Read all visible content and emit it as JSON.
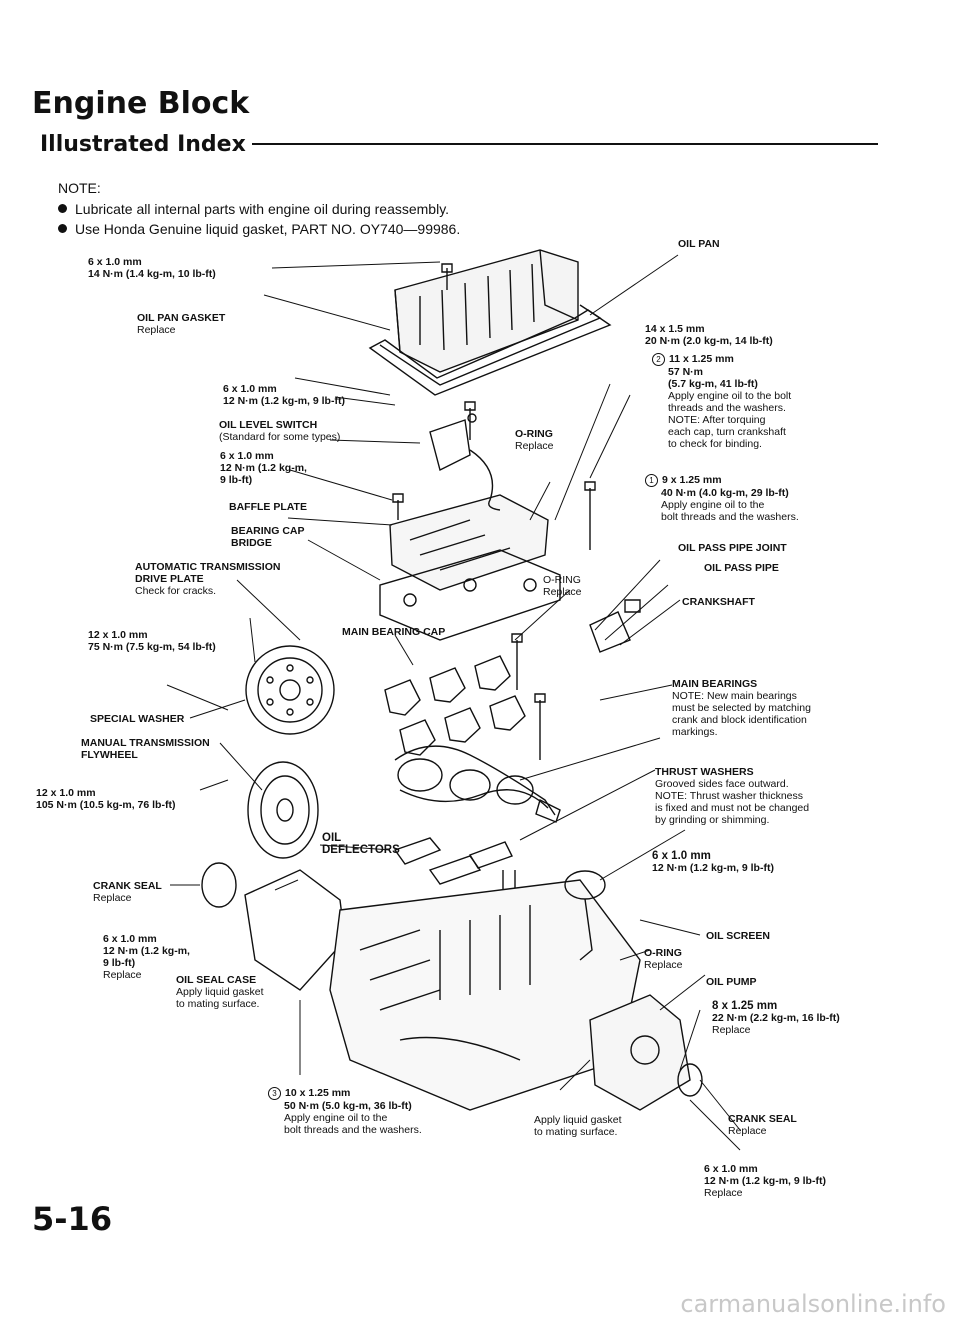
{
  "header": {
    "title": "Engine Block",
    "subtitle": "Illustrated Index"
  },
  "note": {
    "heading": "NOTE:",
    "lines": [
      "Lubricate all internal parts with engine oil during reassembly.",
      "Use Honda Genuine liquid gasket, PART NO. OY740—99986."
    ]
  },
  "labels": {
    "oil_pan": "OIL PAN",
    "bolt_top_size": "6 x 1.0 mm",
    "bolt_top_torque": "14 N·m (1.4 kg-m, 10 lb-ft)",
    "oil_pan_gasket": "OIL PAN GASKET",
    "oil_pan_gasket_note": "Replace",
    "pan_bolt_size": "14 x 1.5 mm",
    "pan_bolt_torque": "20 N·m (2.0 kg-m, 14 lb-ft)",
    "bolt2_num": "2",
    "bolt2_size": "11 x 1.25 mm",
    "bolt2_torque1": "57 N·m",
    "bolt2_torque2": "(5.7 kg-m, 41 lb-ft)",
    "bolt2_note1": "Apply engine oil to the bolt",
    "bolt2_note2": "threads and the washers.",
    "bolt2_note3": "NOTE: After torquing",
    "bolt2_note4": "each cap, turn crankshaft",
    "bolt2_note5": "to check for binding.",
    "bolt1_num": "1",
    "bolt1_size": "9 x 1.25 mm",
    "bolt1_torque": "40 N·m (4.0 kg-m, 29 lb-ft)",
    "bolt1_note1": "Apply engine oil to the",
    "bolt1_note2": "bolt threads and the washers.",
    "switch_bolt_size": "6 x 1.0 mm",
    "switch_bolt_torque": "12 N·m (1.2 kg-m, 9 lb-ft)",
    "oil_level_switch": "OIL LEVEL SWITCH",
    "oil_level_switch_note": "(Standard for some types)",
    "oring1": "O-RING",
    "oring1_note": "Replace",
    "baffle_bolt_size": "6 x 1.0 mm",
    "baffle_bolt_torque1": "12 N·m (1.2 kg-m,",
    "baffle_bolt_torque2": "9 lb-ft)",
    "baffle_plate": "BAFFLE PLATE",
    "bearing_cap_bridge1": "BEARING CAP",
    "bearing_cap_bridge2": "BRIDGE",
    "oil_pass_pipe_joint": "OIL PASS PIPE JOINT",
    "oil_pass_pipe": "OIL PASS PIPE",
    "auto_drive_plate1": "AUTOMATIC TRANSMISSION",
    "auto_drive_plate2": "DRIVE PLATE",
    "auto_drive_plate_note": "Check for cracks.",
    "oring2": "O-RING",
    "oring2_note": "Replace",
    "crankshaft": "CRANKSHAFT",
    "plate_bolt_size": "12 x 1.0 mm",
    "plate_bolt_torque": "75 N·m (7.5 kg-m, 54 lb-ft)",
    "main_bearing_cap": "MAIN BEARING CAP",
    "main_bearings": "MAIN BEARINGS",
    "main_bearings_note1": "NOTE: New main bearings",
    "main_bearings_note2": "must be selected by matching",
    "main_bearings_note3": "crank and block identification",
    "main_bearings_note4": "markings.",
    "special_washer": "SPECIAL WASHER",
    "manual_flywheel1": "MANUAL TRANSMISSION",
    "manual_flywheel2": "FLYWHEEL",
    "thrust_washers": "THRUST WASHERS",
    "thrust_note1": "Grooved sides face outward.",
    "thrust_note2": "NOTE: Thrust washer thickness",
    "thrust_note3": "is fixed and must not be changed",
    "thrust_note4": "by grinding or shimming.",
    "flywheel_bolt_size": "12 x 1.0 mm",
    "flywheel_bolt_torque": "105 N·m (10.5 kg-m, 76 lb-ft)",
    "oil_deflectors1": "OIL",
    "oil_deflectors2": "DEFLECTORS",
    "screen_bolt_size": "6 x 1.0 mm",
    "screen_bolt_torque": "12 N·m (1.2 kg-m, 9 lb-ft)",
    "crank_seal_left": "CRANK SEAL",
    "crank_seal_left_note": "Replace",
    "oil_screen": "OIL SCREEN",
    "case_bolt_size": "6 x 1.0 mm",
    "case_bolt_torque1": "12 N·m (1.2 kg-m,",
    "case_bolt_torque2": "9 lb-ft)",
    "case_bolt_note": "Replace",
    "oil_seal_case": "OIL SEAL CASE",
    "oil_seal_case_note1": "Apply liquid gasket",
    "oil_seal_case_note2": "to mating surface.",
    "oring3": "O-RING",
    "oring3_note": "Replace",
    "oil_pump": "OIL PUMP",
    "pump_bolt_size": "8 x 1.25 mm",
    "pump_bolt_torque": "22 N·m (2.2 kg-m, 16 lb-ft)",
    "pump_bolt_note": "Replace",
    "bolt3_num": "3",
    "bolt3_size": "10 x 1.25 mm",
    "bolt3_torque": "50 N·m (5.0 kg-m, 36 lb-ft)",
    "bolt3_note1": "Apply engine oil to the",
    "bolt3_note2": "bolt threads and the washers.",
    "block_gasket_note1": "Apply liquid gasket",
    "block_gasket_note2": "to mating surface.",
    "crank_seal_right": "CRANK SEAL",
    "crank_seal_right_note": "Replace",
    "bottom_bolt_size": "6 x 1.0 mm",
    "bottom_bolt_torque": "12 N·m (1.2 kg-m, 9 lb-ft)",
    "bottom_bolt_note": "Replace"
  },
  "footer": {
    "page_number": "5-16",
    "watermark": "carmanualsonline.info"
  }
}
